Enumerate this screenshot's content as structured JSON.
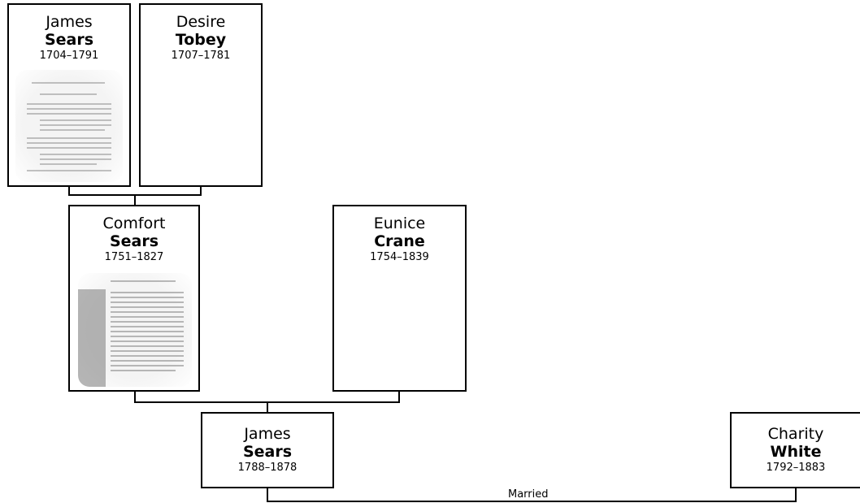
{
  "people": {
    "james1": {
      "given": "James",
      "surname": "Sears",
      "dates": "1704–1791"
    },
    "desire": {
      "given": "Desire",
      "surname": "Tobey",
      "dates": "1707–1781"
    },
    "comfort": {
      "given": "Comfort",
      "surname": "Sears",
      "dates": "1751–1827"
    },
    "eunice": {
      "given": "Eunice",
      "surname": "Crane",
      "dates": "1754–1839"
    },
    "james2": {
      "given": "James",
      "surname": "Sears",
      "dates": "1788–1878"
    },
    "charity": {
      "given": "Charity",
      "surname": "White",
      "dates": "1792–1883"
    }
  },
  "relationship": {
    "label": "Married"
  }
}
